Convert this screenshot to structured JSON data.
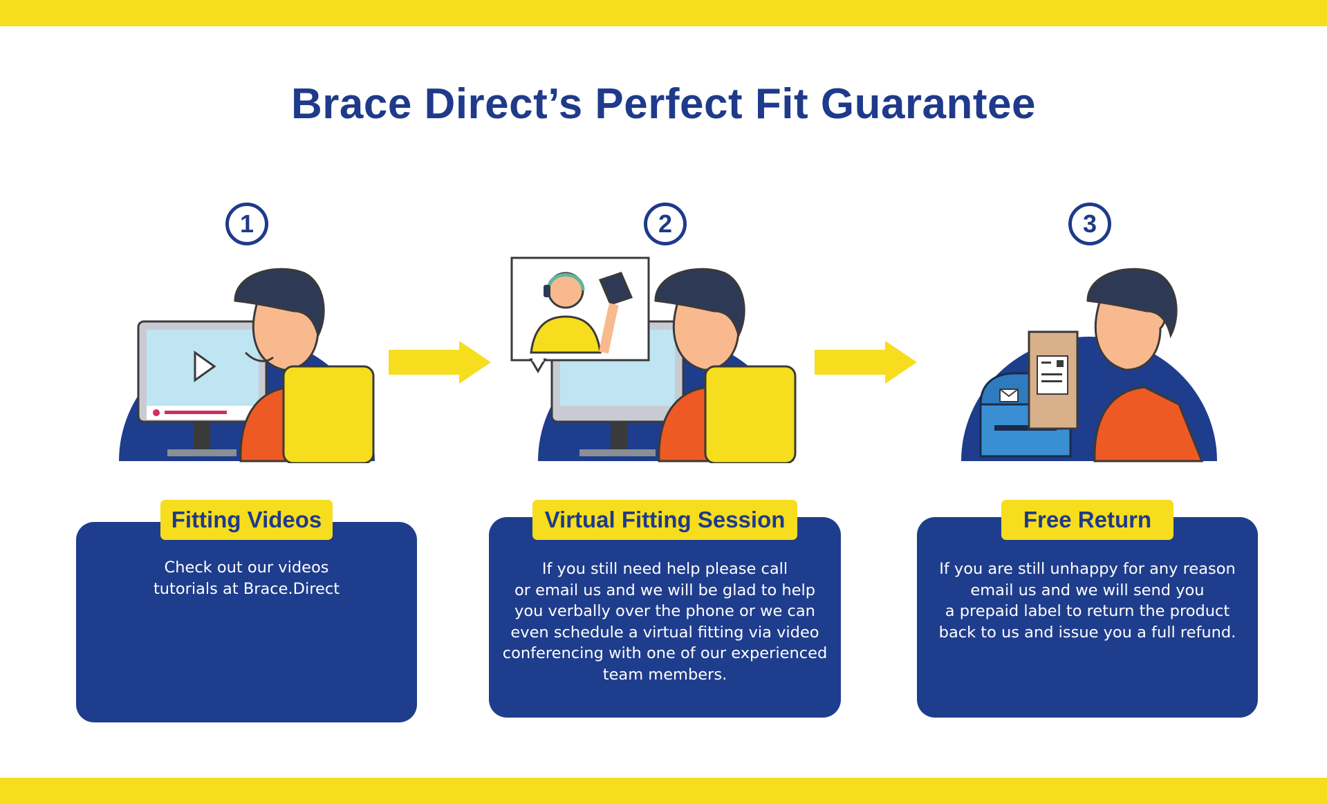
{
  "page": {
    "title": "Brace Direct’s Perfect Fit Guarantee"
  },
  "colors": {
    "navy": "#1f3d8d",
    "yellow": "#f6dd1e",
    "orange": "#ee5a24"
  },
  "steps": [
    {
      "number": "1",
      "label": "Fitting Videos",
      "text": "Check out our videos\ntutorials at Brace.Direct",
      "icon": "person-watching-video-illustration"
    },
    {
      "number": "2",
      "label": "Virtual Fitting Session",
      "text": "If you still need help please call\nor email us and we will be glad to help\nyou verbally over the phone or we can\neven schedule a virtual fitting via video\nconferencing with one of our experienced\nteam members.",
      "icon": "video-call-fitting-illustration"
    },
    {
      "number": "3",
      "label": "Free Return",
      "text": "If you are still unhappy for any reason\nemail us and we will send you\na prepaid label to return the product\nback to us and issue you a full refund.",
      "icon": "return-package-mailbox-illustration"
    }
  ]
}
